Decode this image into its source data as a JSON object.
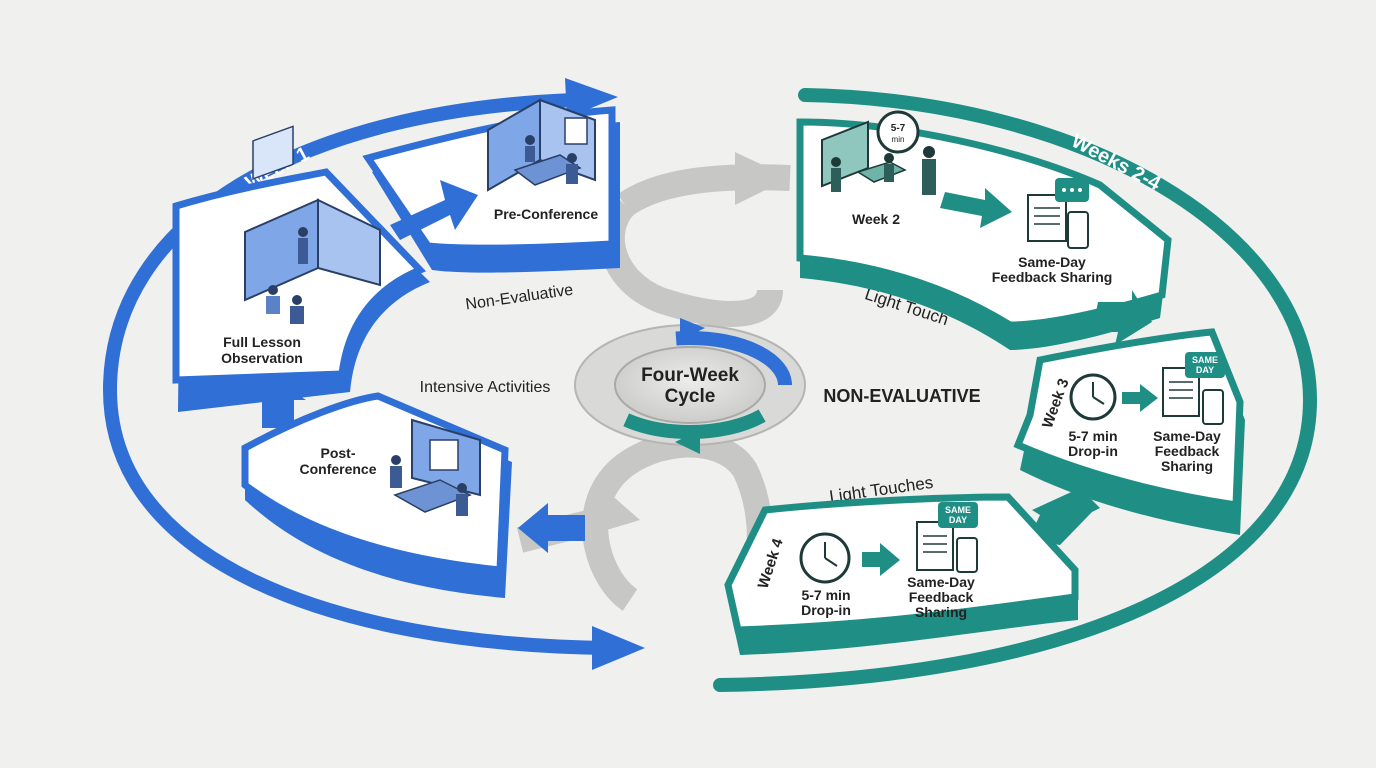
{
  "center": {
    "line1": "Four-Week",
    "line2": "Cycle"
  },
  "week1_label": "Week 1",
  "weeks24_label": "Weeks 2-4",
  "mid_labels": {
    "non_evaluative_small": "Non-Evaluative",
    "intensive": "Intensive Activities",
    "non_evaluative_big": "NON-EVALUATIVE",
    "light_touch": "Light Touch",
    "light_touches": "Light Touches"
  },
  "week1_panels": {
    "pre_conference": "Pre-Conference",
    "full_lesson_l1": "Full Lesson",
    "full_lesson_l2": "Observation",
    "post_conf_l1": "Post-",
    "post_conf_l2": "Conference"
  },
  "week2": {
    "title": "Week 2",
    "clock_l1": "5-7",
    "clock_l2": "min",
    "feedback_l1": "Same-Day",
    "feedback_l2": "Feedback Sharing"
  },
  "week3": {
    "title": "Week 3",
    "dropin_l1": "5-7 min",
    "dropin_l2": "Drop-in",
    "badge_l1": "SAME",
    "badge_l2": "DAY",
    "feedback_l1": "Same-Day",
    "feedback_l2": "Feedback",
    "feedback_l3": "Sharing"
  },
  "week4": {
    "title": "Week 4",
    "dropin_l1": "5-7 min",
    "dropin_l2": "Drop-in",
    "badge_l1": "SAME",
    "badge_l2": "DAY",
    "feedback_l1": "Same-Day",
    "feedback_l2": "Feedback",
    "feedback_l3": "Sharing"
  },
  "colors": {
    "blue": "#2f6fd6",
    "teal": "#1f8f86",
    "gray": "#c7c7c5"
  }
}
